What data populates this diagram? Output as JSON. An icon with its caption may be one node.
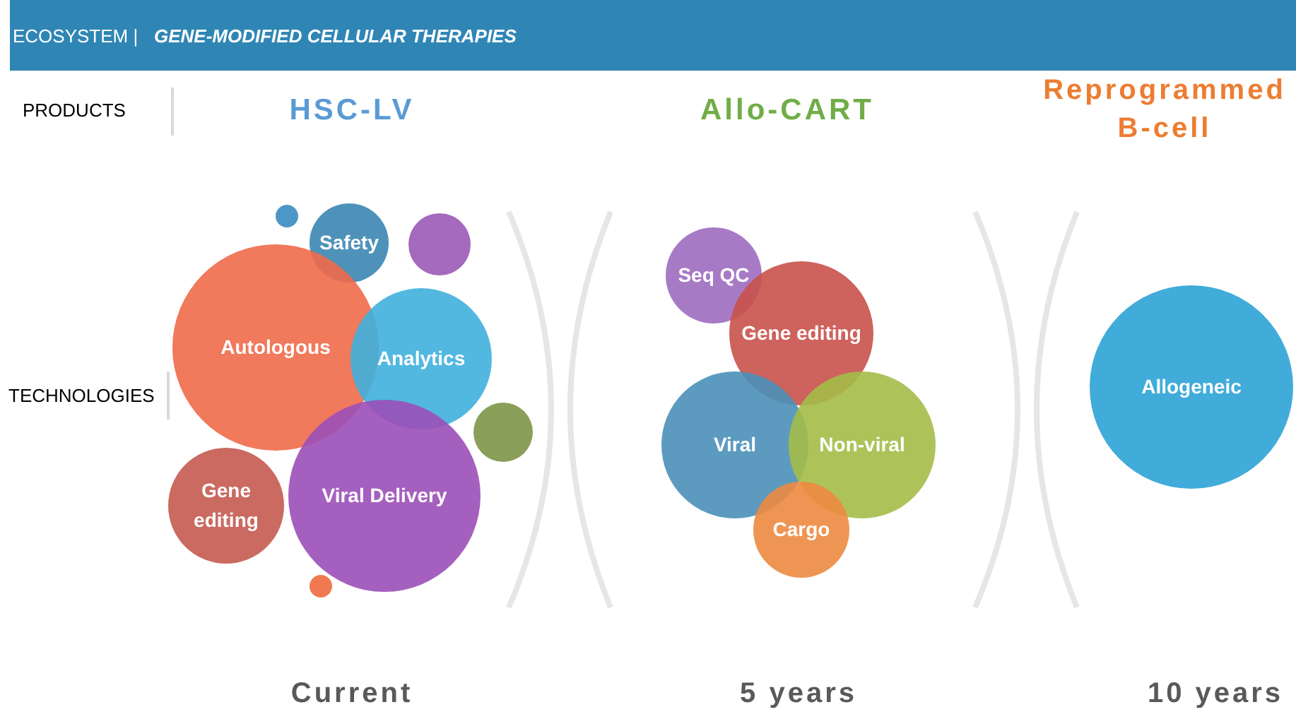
{
  "diagram": {
    "title": "GENE-MODIFIED CELLULAR THERAPIES",
    "nodes": [
      {
        "text": [],
        "shape": "circle"
      },
      {
        "text": [
          "Safety"
        ]
      },
      {
        "text": [],
        "shape": "circle"
      },
      {
        "text": [
          "Seq QC"
        ]
      },
      {
        "text": [
          "Gene editing"
        ]
      },
      {
        "text": [
          "Autologous"
        ]
      },
      {
        "text": [
          "Analytics"
        ]
      },
      {
        "text": [
          "Allogeneic"
        ]
      },
      {
        "text": [],
        "shape": "circle"
      },
      {
        "text": [
          "Viral"
        ]
      },
      {
        "text": [
          "Non-viral"
        ]
      },
      {
        "text": [
          "Viral Delivery"
        ]
      },
      {
        "text": [
          "Gene editing"
        ]
      },
      {
        "text": [
          "Cargo"
        ]
      },
      {
        "text": [],
        "shape": "circle"
      }
    ],
    "labels": [
      "ECOSYSTEM |",
      "PRODUCTS",
      "HSC-LV",
      "Allo-CART",
      "Reprogrammed B-cell",
      "TECHNOLOGIES",
      "Current",
      "5 years",
      "10 years"
    ]
  }
}
